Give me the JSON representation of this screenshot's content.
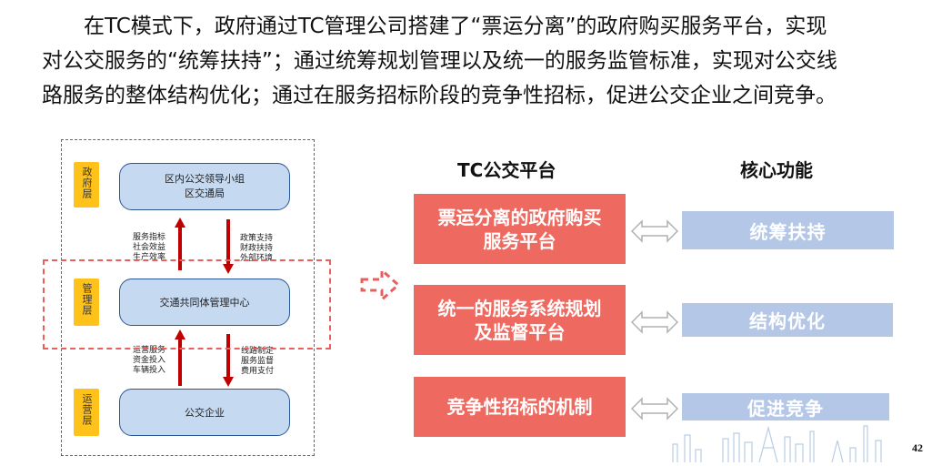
{
  "paragraph": {
    "line1": "在TC模式下，政府通过TC管理公司搭建了“票运分离”的政府购买服务平台，实现",
    "line2": "对公交服务的“统筹扶持”；通过统筹规划管理以及统一的服务监管标准，实现对公交线",
    "line3": "路服务的整体结构优化；通过在服务招标阶段的竞争性招标，促进公交企业之间竞争。"
  },
  "diagram": {
    "layers": {
      "government": "政府层",
      "management": "管理层",
      "operation": "运营层"
    },
    "gov_node": {
      "line1": "区内公交领导小组",
      "line2": "区交通局"
    },
    "mgmt_node": "交通共同体管理中心",
    "op_node": "公交企业",
    "up_labels_top": [
      "服务指标",
      "社会效益",
      "生产效率"
    ],
    "down_labels_top": [
      "政策支持",
      "财政扶持",
      "外部环境"
    ],
    "up_labels_bottom": [
      "运营服务",
      "资金投入",
      "车辆投入"
    ],
    "down_labels_bottom": [
      "线路制定",
      "服务监督",
      "费用支付"
    ]
  },
  "table": {
    "header_platform": "TC公交平台",
    "header_function": "核心功能",
    "rows": [
      {
        "platform_line1": "票运分离的政府购买",
        "platform_line2": "服务平台",
        "function": "统筹扶持"
      },
      {
        "platform_line1": "统一的服务系统规划",
        "platform_line2": "及监督平台",
        "function": "结构优化"
      },
      {
        "platform_line1": "竞争性招标的机制",
        "platform_line2": "",
        "function": "促进竞争"
      }
    ]
  },
  "page_number": "42",
  "colors": {
    "red": "#ee6a61",
    "blue_box": "#b4c7e7",
    "node_fill": "#c5d9f1",
    "layer_tag": "#ffc21a",
    "arrow": "#c00000"
  }
}
